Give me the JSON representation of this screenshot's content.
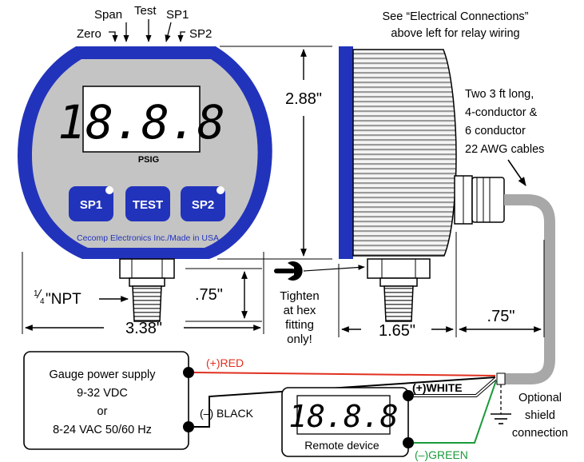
{
  "gauge": {
    "display": "18.8.8",
    "units": "PSIG",
    "buttons": {
      "sp1": "SP1",
      "test": "TEST",
      "sp2": "SP2"
    },
    "footer": "Cecomp Electronics Inc./Made in USA"
  },
  "top_labels": {
    "zero": "Zero",
    "span": "Span",
    "test": "Test",
    "sp1": "SP1",
    "sp2": "SP2"
  },
  "note_electrical": {
    "line1": "See “Electrical Connections”",
    "line2": "above left for relay wiring"
  },
  "note_cables": {
    "line1": "Two 3 ft long,",
    "line2": "4-conductor &",
    "line3": "6 conductor",
    "line4": "22 AWG cables"
  },
  "dims": {
    "height": "2.88\"",
    "stem": ".75\"",
    "width": "3.38\"",
    "depth": "1.65\"",
    "cable": ".75\""
  },
  "npt": {
    "fraction_num": "1",
    "fraction_den": "4",
    "label": "\"NPT"
  },
  "tighten": {
    "line1": "Tighten",
    "line2": "at hex",
    "line3": "fitting",
    "line4": "only!"
  },
  "power": {
    "line1": "Gauge power supply",
    "line2": "9-32 VDC",
    "line3": "or",
    "line4": "8-24 VAC 50/60 Hz"
  },
  "wires": {
    "red": "(+)RED",
    "black": "(–) BLACK",
    "white": "(+)WHITE",
    "green": "(–)GREEN"
  },
  "remote": {
    "display": "18.8.8",
    "label": "Remote device"
  },
  "shield": {
    "line1": "Optional",
    "line2": "shield",
    "line3": "connection"
  },
  "colors": {
    "gauge_blue": "#2233bb",
    "face_gray": "#c4c4c4",
    "red_wire": "#e03020",
    "green_wire": "#1a9a3a",
    "cable_gray": "#a8a8a8"
  }
}
